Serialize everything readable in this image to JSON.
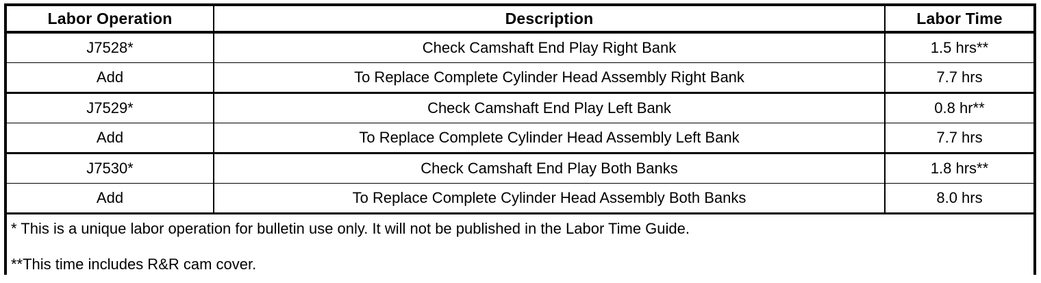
{
  "table": {
    "headers": {
      "labor_operation": "Labor Operation",
      "description": "Description",
      "labor_time": "Labor Time"
    },
    "rows": [
      {
        "operation": "J7528*",
        "description": "Check Camshaft End Play Right Bank",
        "time": "1.5 hrs**"
      },
      {
        "operation": "Add",
        "description": "To Replace Complete Cylinder Head Assembly Right Bank",
        "time": "7.7 hrs"
      },
      {
        "operation": "J7529*",
        "description": "Check Camshaft End Play Left Bank",
        "time": "0.8 hr**"
      },
      {
        "operation": "Add",
        "description": "To Replace Complete Cylinder Head Assembly Left Bank",
        "time": "7.7 hrs"
      },
      {
        "operation": "J7530*",
        "description": "Check Camshaft End Play Both Banks",
        "time": "1.8 hrs**"
      },
      {
        "operation": "Add",
        "description": "To Replace Complete Cylinder Head Assembly Both Banks",
        "time": "8.0 hrs"
      }
    ],
    "footnotes": {
      "single_asterisk": "* This is a unique labor operation for bulletin use only. It will not be published in the Labor Time Guide.",
      "double_asterisk": "**This time includes R&R cam cover."
    }
  },
  "colors": {
    "border": "#000000",
    "text": "#000000",
    "background": "#ffffff"
  }
}
